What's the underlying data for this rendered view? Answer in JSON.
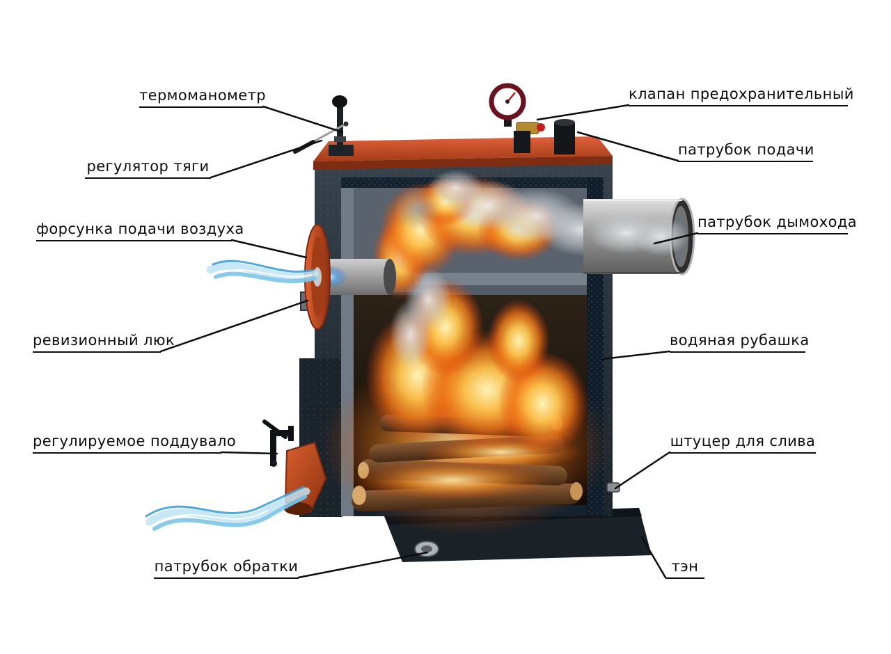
{
  "figure": {
    "kind": "cutaway-diagram",
    "subject_labels_language": "ru"
  },
  "labels": {
    "thermomanometer": "термоманометр",
    "safety_valve": "клапан предохранительный",
    "supply_pipe": "патрубок подачи",
    "draft_regulator": "регулятор тяги",
    "chimney_pipe": "патрубок дымохода",
    "air_nozzle": "форсунка подачи воздуха",
    "inspection_hatch": "ревизионный люк",
    "water_jacket": "водяная рубашка",
    "adjustable_blower": "регулируемое поддувало",
    "drain_fitting": "штуцер для слива",
    "return_pipe": "патрубок обратки",
    "heating_element": "тэн"
  },
  "colors": {
    "label_text": "#0d0d0d",
    "leader_line": "#0d0d0d",
    "boiler_shell": "#2a333c",
    "boiler_top_orange": "#c8501f",
    "flame_orange": "#f07818",
    "air_stream_blue": "#7cc4e8",
    "smoke_gray": "#c9ccd0"
  }
}
